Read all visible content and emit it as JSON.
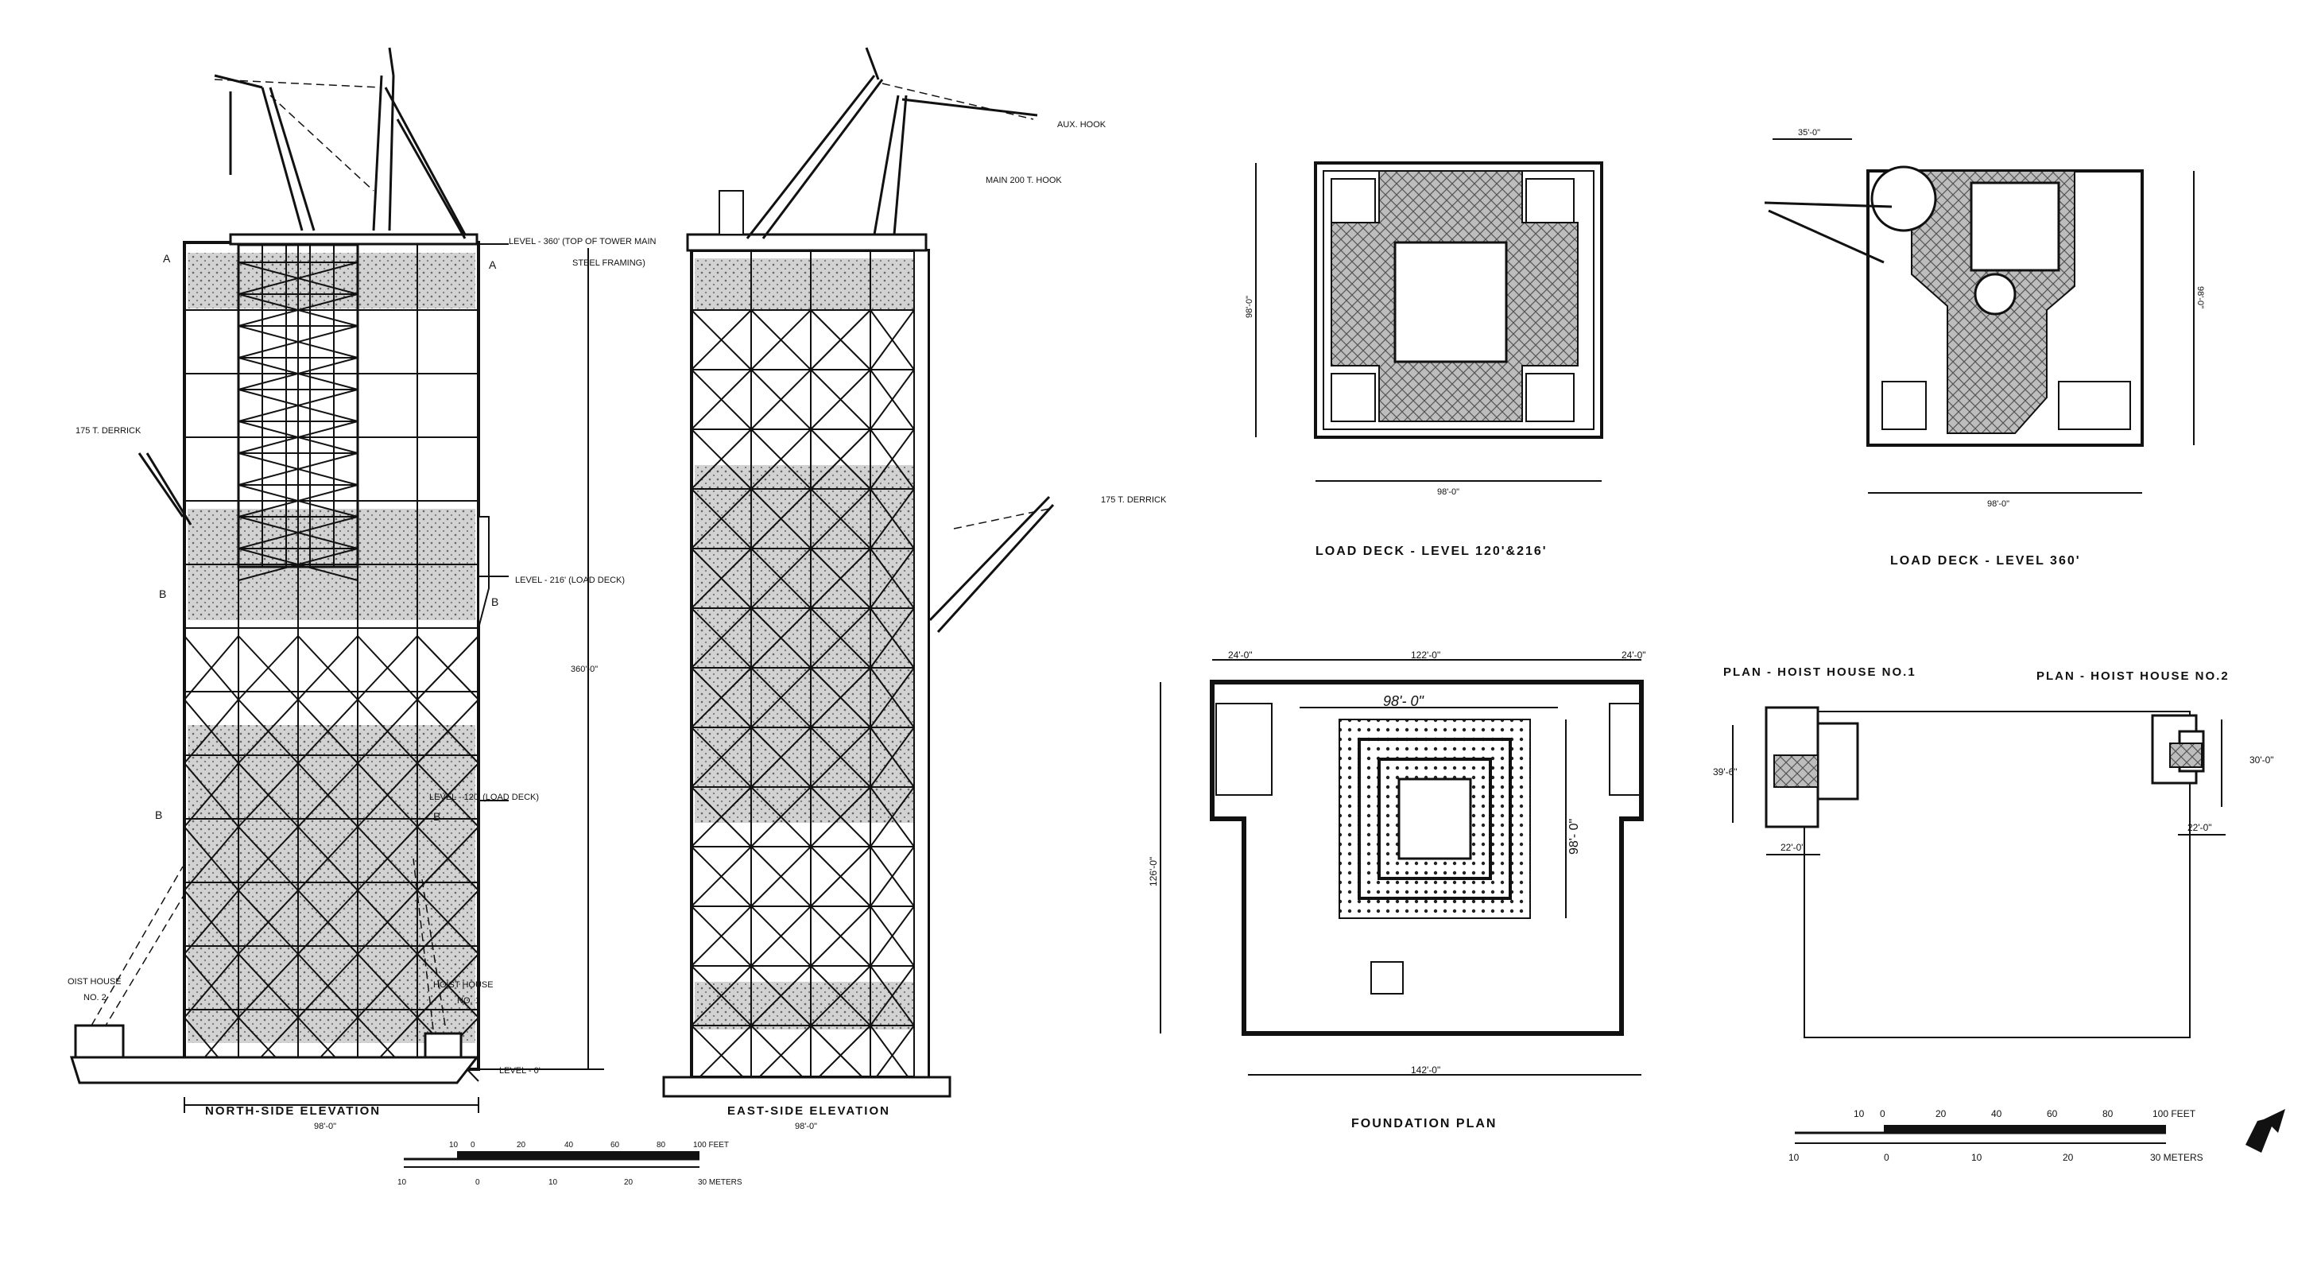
{
  "north_elevation": {
    "title": "NORTH-SIDE ELEVATION",
    "width": "98'-0\"",
    "derrick": "175 T. DERRICK",
    "level_360": "LEVEL - 360' (TOP OF TOWER MAIN",
    "level_360b": "STEEL FRAMING)",
    "level_216": "LEVEL - 216' (LOAD DECK)",
    "level_120": "LEVEL - 120' (LOAD DECK)",
    "level_0": "LEVEL - 0'",
    "height": "360'-0\"",
    "hoist_left": "OIST HOUSE",
    "hoist_left_no": "NO. 2",
    "hoist_right": "HOIST HOUSE",
    "hoist_right_no": "NO. 1",
    "section_a": "A",
    "section_b": "B"
  },
  "east_elevation": {
    "title": "EAST-SIDE ELEVATION",
    "width": "98'-0\"",
    "aux_hook": "AUX. HOOK",
    "main_hook": "MAIN 200 T. HOOK",
    "derrick": "175 T. DERRICK"
  },
  "scale_left": {
    "feet_labels": [
      "10",
      "0",
      "20",
      "40",
      "60",
      "80",
      "100 FEET"
    ],
    "meter_labels": [
      "10",
      "0",
      "10",
      "20",
      "30 METERS"
    ]
  },
  "load_deck_120": {
    "title": "LOAD DECK - LEVEL 120'&216'",
    "width": "98'-0\"",
    "height": "98'-0\""
  },
  "load_deck_360": {
    "title": "LOAD DECK - LEVEL 360'",
    "width": "98'-0\"",
    "height": "98'-0\"",
    "offset": "35'-0\""
  },
  "foundation": {
    "title": "FOUNDATION PLAN",
    "dim_left": "24'-0\"",
    "dim_mid": "122'-0\"",
    "dim_right": "24'-0\"",
    "inner_width": "98'- 0\"",
    "inner_height": "98'- 0\"",
    "height": "126'-0\"",
    "width": "142'-0\""
  },
  "hoist_plan": {
    "title_1": "PLAN - HOIST HOUSE NO.1",
    "title_2": "PLAN - HOIST HOUSE NO.2",
    "h1_height": "39'-6\"",
    "h1_width": "22'-0\"",
    "h2_height": "30'-0\"",
    "h2_width": "22'-0\""
  },
  "scale_right": {
    "feet_labels": [
      "10",
      "0",
      "20",
      "40",
      "60",
      "80",
      "100 FEET"
    ],
    "meter_labels": [
      "10",
      "0",
      "10",
      "20",
      "30 METERS"
    ]
  },
  "north_arrow": "north-arrow-icon"
}
